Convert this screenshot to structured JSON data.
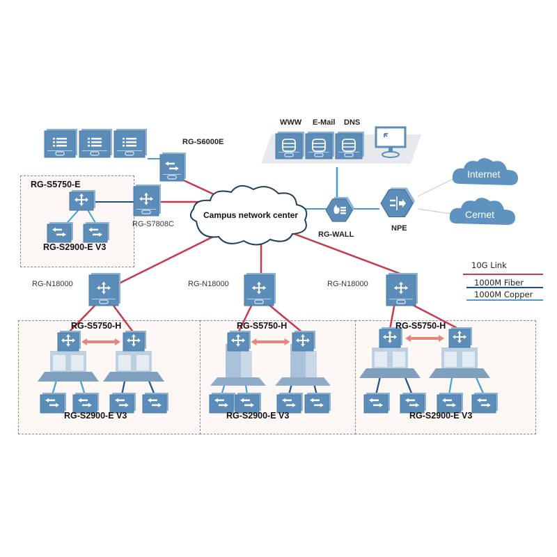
{
  "colors": {
    "link_10g": "#c9384f",
    "link_fiber": "#1f4e8c",
    "link_copper": "#3ea0d4",
    "device": "#5b8db8",
    "device_dark": "#3f6f99",
    "external_link": "#cfcfcf",
    "cloud_blue": "#5f93bf",
    "arrow_pink": "#e8847a"
  },
  "core": {
    "cloud_label": "Campus network center"
  },
  "top_left": {
    "servers_count": 3,
    "s6000e_label": "RG-S6000E",
    "s7808c_label": "RG-S7808C",
    "region": {
      "s5750e_label": "RG-S5750-E",
      "s2900_label": "RG-S2900-E V3"
    }
  },
  "dmz": {
    "service_labels": [
      "WWW",
      "E-Mail",
      "DNS"
    ],
    "firewall_label": "RG-WALL",
    "npe_label": "NPE"
  },
  "external": {
    "internet_label": "Internet",
    "cernet_label": "Cernet"
  },
  "legend": {
    "items": [
      {
        "label": "10G Link",
        "type": "10g"
      },
      {
        "label": "1000M Fiber",
        "type": "fiber"
      },
      {
        "label": "1000M Copper",
        "type": "copper"
      }
    ]
  },
  "distribution": [
    {
      "n18000_label": "RG-N18000",
      "s5750h_label": "RG-S5750-H",
      "s2900_label": "RG-S2900-E V3",
      "building_type": "Education",
      "left_links": "copper",
      "right_links": "fiber"
    },
    {
      "n18000_label": "RG-N18000",
      "s5750h_label": "RG-S5750-H",
      "s2900_label": "RG-S2900-E V3",
      "building_type": "Office Building",
      "left_links": "copper",
      "right_links": "fiber"
    },
    {
      "n18000_label": "RG-N18000",
      "s5750h_label": "RG-S5750-H",
      "s2900_label": "RG-S2900-E V3",
      "building_type": "Education",
      "left_links": "fiber",
      "right_links": "copper"
    }
  ]
}
